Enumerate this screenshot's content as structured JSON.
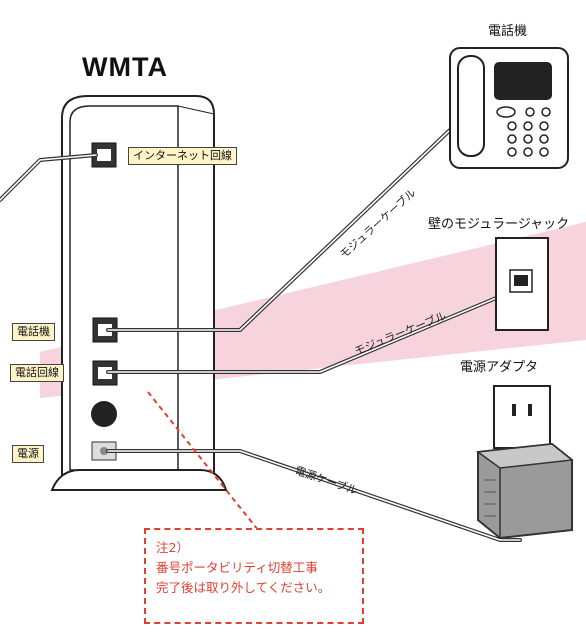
{
  "device": {
    "title": "WMTA"
  },
  "labels": {
    "phone": "電話機",
    "wall_jack": "壁のモジュラージャック",
    "adapter": "電源アダプタ"
  },
  "port_tags": {
    "internet": "インターネット回線",
    "phone": "電話機",
    "line": "電話回線",
    "power": "電源"
  },
  "cables": {
    "modular_1": "モジュラーケーブル",
    "modular_2": "モジュラーケーブル",
    "power": "電源ケーブル"
  },
  "note": {
    "line1": "注2）",
    "line2": "番号ポータビリティ切替工事",
    "line3": "完了後は取り外してください。"
  },
  "colors": {
    "pink_band": "#f6d3dd",
    "tag_bg": "#fff4c8",
    "note_red": "#e04030"
  }
}
